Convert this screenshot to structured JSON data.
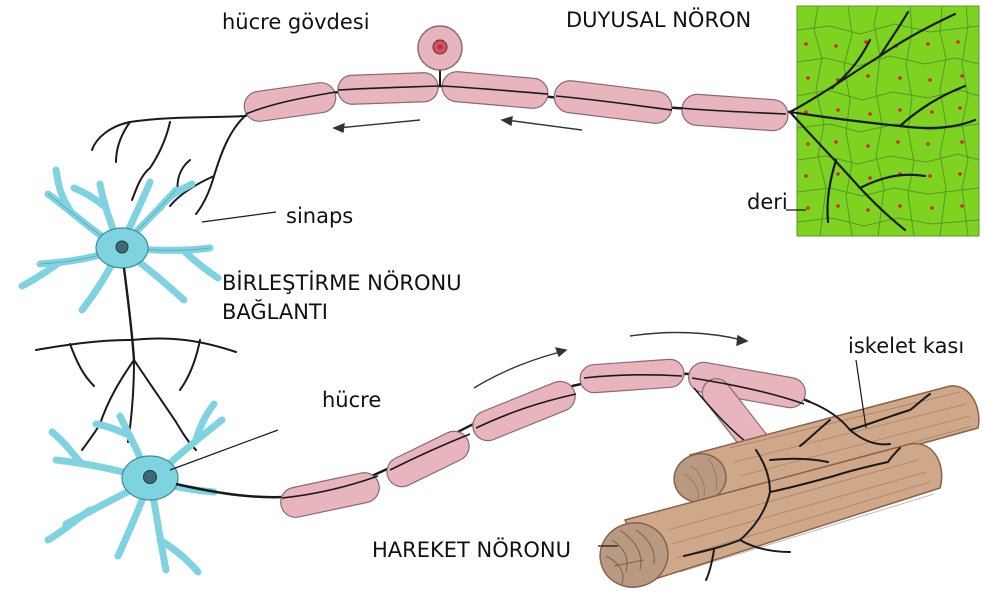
{
  "labels": {
    "cell_body": "hücre gövdesi",
    "sensory_neuron": "DUYUSAL NÖRON",
    "synapse": "sinaps",
    "skin": "deri",
    "interneuron": "BİRLEŞTİRME NÖRONU",
    "connection": "BAĞLANTI",
    "skeletal_muscle": "iskelet kası",
    "cell": "hücre",
    "motor_neuron": "HAREKET NÖRONU"
  },
  "colors": {
    "skin": "#7ed321",
    "skin_cell_border": "#4f8f2a",
    "skin_nucleus": "#d8262b",
    "myelin": "#e8b4bd",
    "myelin_edge": "#8a6a6e",
    "axon": "#1a1a1a",
    "interneuron": "#7fd3e0",
    "interneuron_edge": "#3a8c9a",
    "muscle": "#cfa88a",
    "muscle_dark": "#8a6248",
    "muscle_end": "#b89a82"
  }
}
